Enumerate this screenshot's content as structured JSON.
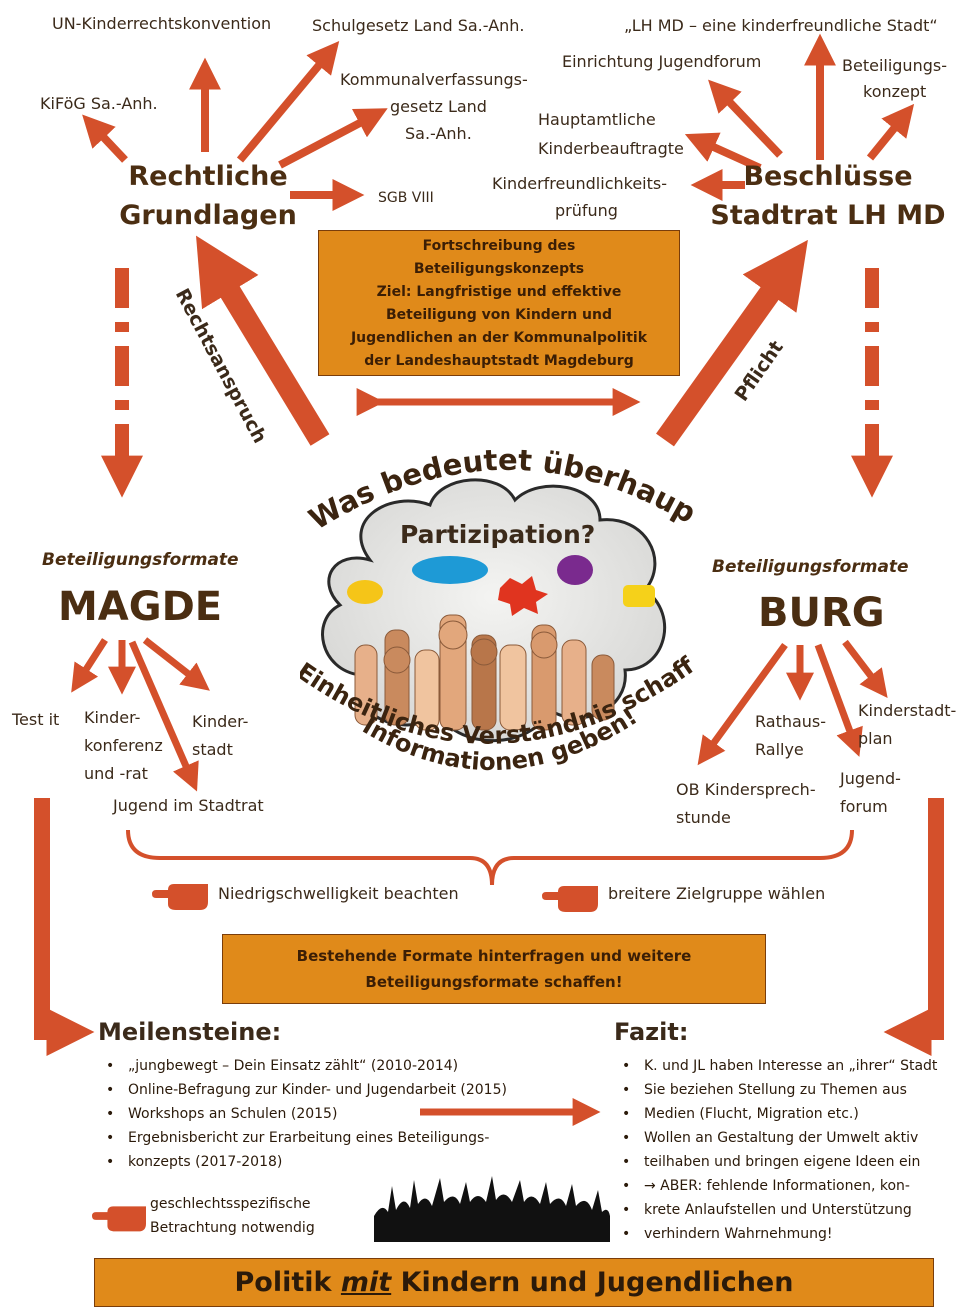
{
  "legal": {
    "title_line1": "Rechtliche",
    "title_line2": "Grundlagen",
    "sources": {
      "un": "UN-Kinderrechtskonvention",
      "schulgesetz": "Schulgesetz Land Sa.-Anh.",
      "kifoeg": "KiFöG Sa.-Anh.",
      "kommunal_line1": "Kommunalverfassungs-",
      "kommunal_line2": "gesetz Land",
      "kommunal_line3": "Sa.-Anh.",
      "sgb": "SGB VIII"
    }
  },
  "council": {
    "title_line1": "Beschlüsse",
    "title_line2": "Stadtrat LH MD",
    "items": {
      "kinderfreundlich": "„LH MD – eine kinderfreundliche Stadt“",
      "jugendforum": "Einrichtung Jugendforum",
      "konzept_line1": "Beteiligungs-",
      "konzept_line2": "konzept",
      "beauftragte_line1": "Hauptamtliche",
      "beauftragte_line2": "Kinderbeauftragte",
      "pruefung_line1": "Kinderfreundlichkeits-",
      "pruefung_line2": "prüfung"
    }
  },
  "center_box": {
    "line1": "Fortschreibung des",
    "line2": "Beteiligungskonzepts",
    "line3": "Ziel: Langfristige und effektive",
    "line4": "Beteiligung von Kindern und",
    "line5": "Jugendlichen an der Kommunalpolitik",
    "line6": "der Landeshauptstadt Magdeburg"
  },
  "arrow_labels": {
    "left": "Rechtsanspruch",
    "right": "Pflicht"
  },
  "cloud": {
    "arc_top": "Was bedeutet überhaupt ...",
    "title": "Partizipation?",
    "arc_bottom1": "Einheitliches Verständnis schaffen!",
    "arc_bottom2": "Informationen geben!"
  },
  "magde": {
    "label": "Beteiligungsformate",
    "name": "MAGDE",
    "items": {
      "test": "Test it",
      "konferenz_line1": "Kinder-",
      "konferenz_line2": "konferenz",
      "konferenz_line3": "und -rat",
      "stadt_line1": "Kinder-",
      "stadt_line2": "stadt",
      "jugend": "Jugend im Stadtrat"
    }
  },
  "burg": {
    "label": "Beteiligungsformate",
    "name": "BURG",
    "items": {
      "rallye_line1": "Rathaus-",
      "rallye_line2": "Rallye",
      "plan_line1": "Kinderstadt-",
      "plan_line2": "plan",
      "ob_line1": "OB Kindersprech-",
      "ob_line2": "stunde",
      "forum_line1": "Jugend-",
      "forum_line2": "forum"
    }
  },
  "notes": {
    "niedrig": "Niedrigschwelligkeit beachten",
    "breiter": "breitere Zielgruppe wählen",
    "geschlecht_line1": "geschlechtsspezifische",
    "geschlecht_line2": "Betrachtung notwendig"
  },
  "formats_box": {
    "line1": "Bestehende Formate hinterfragen und weitere",
    "line2": "Beteiligungsformate schaffen!"
  },
  "milestones": {
    "title": "Meilensteine:",
    "items": [
      "„jungbewegt – Dein Einsatz zählt“ (2010-2014)",
      "Online-Befragung zur Kinder- und Jugendarbeit (2015)",
      "Workshops an Schulen (2015)",
      "Ergebnisbericht zur Erarbeitung eines Beteiligungs-",
      "konzepts (2017-2018)"
    ]
  },
  "fazit": {
    "title": "Fazit:",
    "items": [
      "K. und JL haben Interesse an „ihrer“ Stadt",
      "Sie beziehen Stellung zu Themen aus",
      "Medien (Flucht, Migration etc.)",
      "Wollen an Gestaltung der Umwelt aktiv",
      "teilhaben und bringen eigene Ideen ein",
      "→ ABER: fehlende Informationen, kon-",
      "krete Anlaufstellen und Unterstützung",
      "verhindern Wahrnehmung!"
    ]
  },
  "footer": {
    "prefix": "Politik",
    "emph": "mit",
    "suffix": "Kindern und Jugendlichen"
  },
  "colors": {
    "arrow": "#d4502b",
    "box": "#e08a1a",
    "text": "#4b2e12"
  }
}
